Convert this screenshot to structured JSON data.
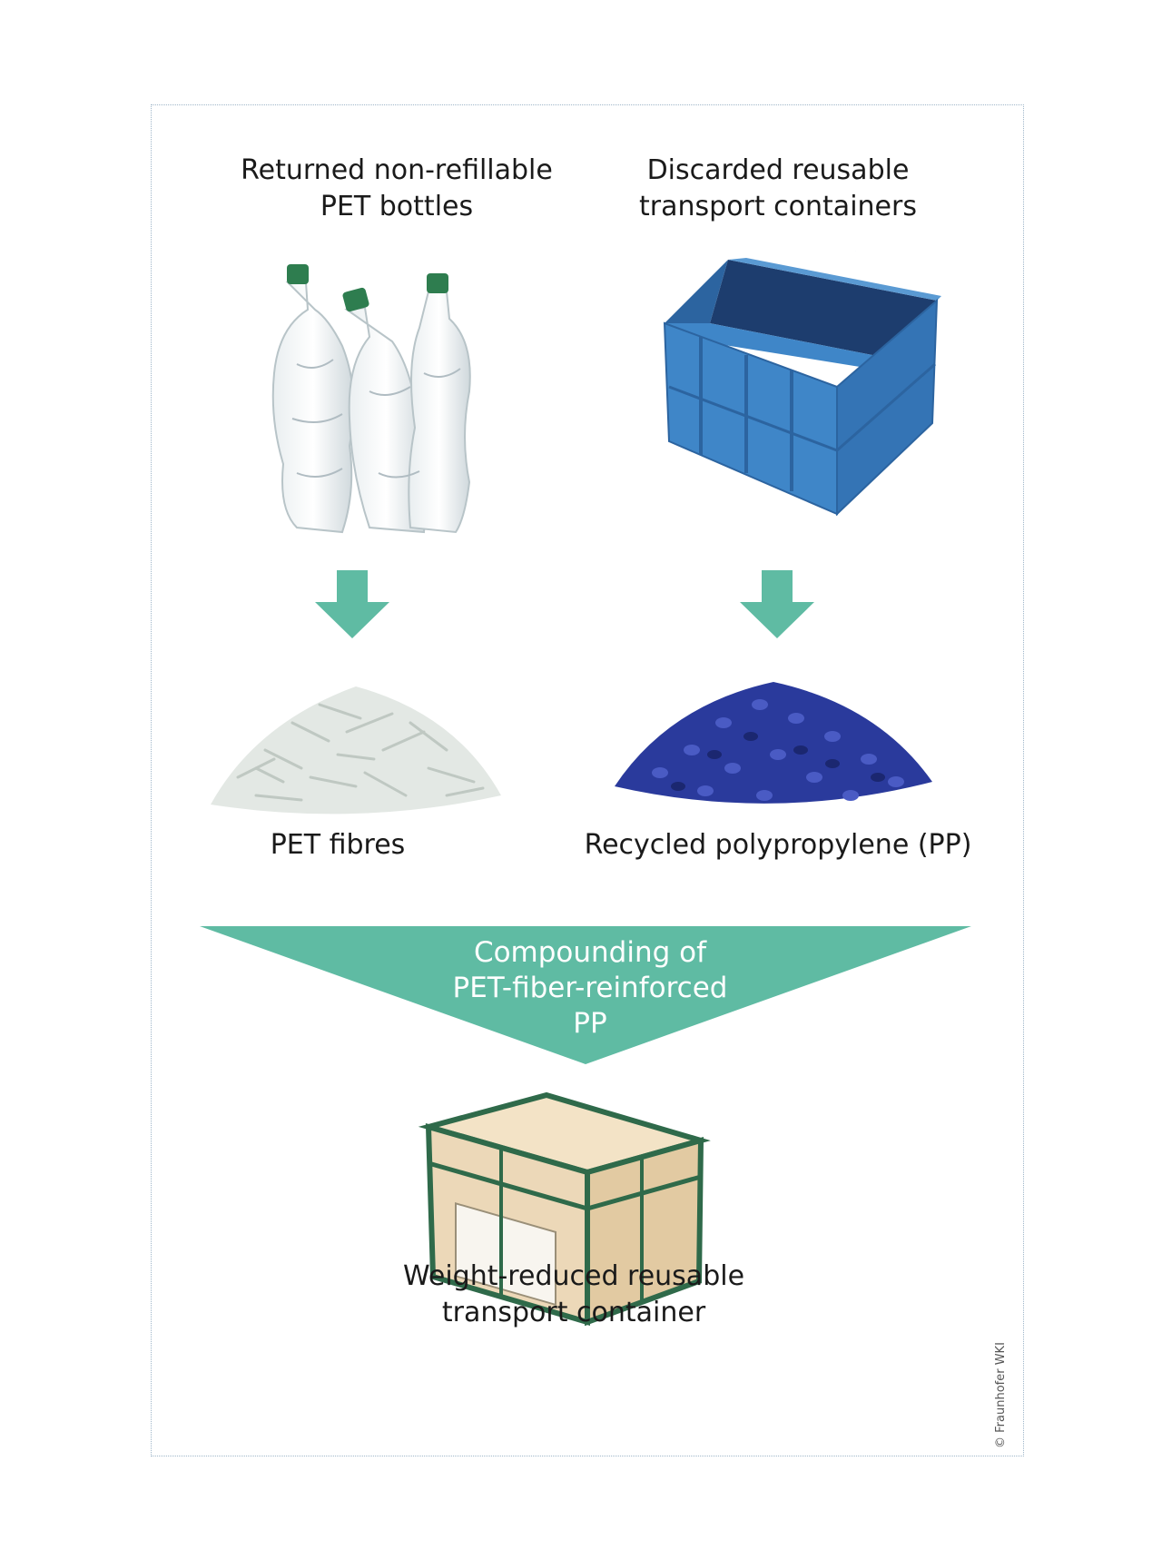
{
  "sources": {
    "pet_bottles_label": "Returned non-refillable\nPET bottles",
    "containers_label": "Discarded reusable\ntransport containers"
  },
  "intermediates": {
    "pet_fibres_label": "PET fibres",
    "recycled_pp_label": "Recycled polypropylene (PP)"
  },
  "process": {
    "label": "Compounding of\nPET-fiber-reinforced\nPP"
  },
  "result": {
    "label": "Weight-reduced reusable\ntransport container"
  },
  "credit": "© Fraunhofer WKI",
  "colors": {
    "arrow": "#5fbba3",
    "crate_blue": "#3f86c8",
    "pellet_blue": "#2a3a9c",
    "fibre_white": "#e8ece8",
    "result_frame": "#2f6a4a",
    "result_fill": "#ecd8b8"
  }
}
